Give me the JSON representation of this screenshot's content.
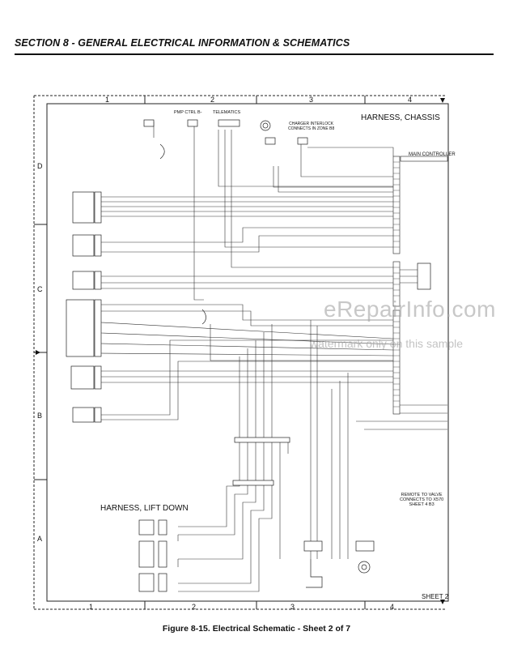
{
  "header": {
    "section_title": "SECTION 8 - GENERAL ELECTRICAL INFORMATION & SCHEMATICS"
  },
  "grid": {
    "columns": [
      "1",
      "2",
      "3",
      "4"
    ],
    "rows": [
      "D",
      "C",
      "B",
      "A"
    ]
  },
  "schematic": {
    "harness_chassis": "HARNESS, CHASSIS",
    "harness_lift_down": "HARNESS, LIFT DOWN",
    "main_controller": "MAIN CONTROLLER",
    "pmp_ctrl": "PMP CTRL B-",
    "telematics": "TELEMATICS",
    "charger_interlock": "CHARGER INTERLOCK\nCONNECTS IN ZONE B8",
    "remote_valve": "REMOTE TO VALVE\nCONNECTS TO X570\nSHEET 4 B3",
    "sheet_label": "SHEET 2"
  },
  "watermark": {
    "main": "eRepairInfo.com",
    "sub": "watermark only on this sample"
  },
  "footer": {
    "caption": "Figure 8-15.  Electrical Schematic - Sheet 2 of 7"
  }
}
